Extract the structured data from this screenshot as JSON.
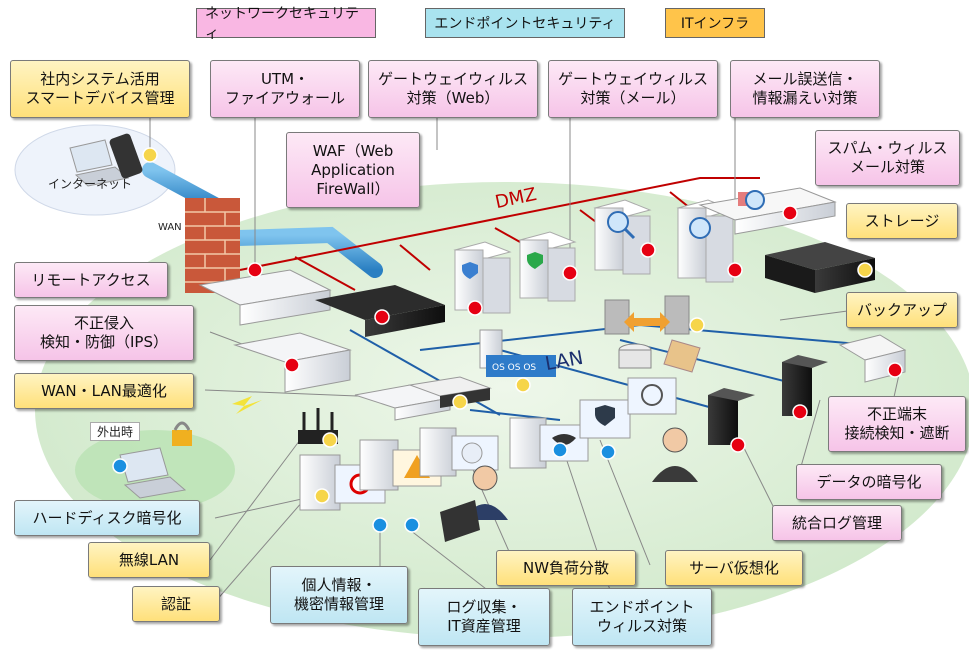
{
  "categories": {
    "network": "ネットワークセキュリティ",
    "endpoint": "エンドポイントセキュリティ",
    "infra": "ITインフラ"
  },
  "colors": {
    "network": "#f6c4e8",
    "endpoint": "#bfe6f3",
    "infra": "#ffe07a",
    "red_marker": "#e60012",
    "yellow_marker": "#f6d54a",
    "blue_marker": "#1a8fe0",
    "dmz_line": "#c00000",
    "lan_line": "#1f5fa8",
    "ground": "#d6edd0"
  },
  "zones": {
    "dmz": "DMZ",
    "lan": "LAN",
    "internet": "インターネット",
    "wan": "WAN",
    "outside": "外出時"
  },
  "labels": {
    "smart_device": "社内システム活用\nスマートデバイス管理",
    "utm": "UTM・\nファイアウォール",
    "gw_web": "ゲートウェイウィルス\n対策（Web）",
    "gw_mail": "ゲートウェイウィルス\n対策（メール）",
    "mail_leak": "メール誤送信・\n情報漏えい対策",
    "waf": "WAF（Web\nApplication\nFireWall）",
    "spam": "スパム・ウィルス\nメール対策",
    "storage": "ストレージ",
    "remote": "リモートアクセス",
    "backup": "バックアップ",
    "ips": "不正侵入\n検知・防御（IPS）",
    "wan_opt": "WAN・LAN最適化",
    "rogue": "不正端末\n接続検知・遮断",
    "data_enc": "データの暗号化",
    "hdd_enc": "ハードディスク暗号化",
    "log_mgmt": "統合ログ管理",
    "wlan": "無線LAN",
    "nw_lb": "NW負荷分散",
    "virt": "サーバ仮想化",
    "auth": "認証",
    "privacy": "個人情報・\n機密情報管理",
    "log_asset": "ログ収集・\nIT資産管理",
    "endpoint_av": "エンドポイント\nウィルス対策"
  }
}
